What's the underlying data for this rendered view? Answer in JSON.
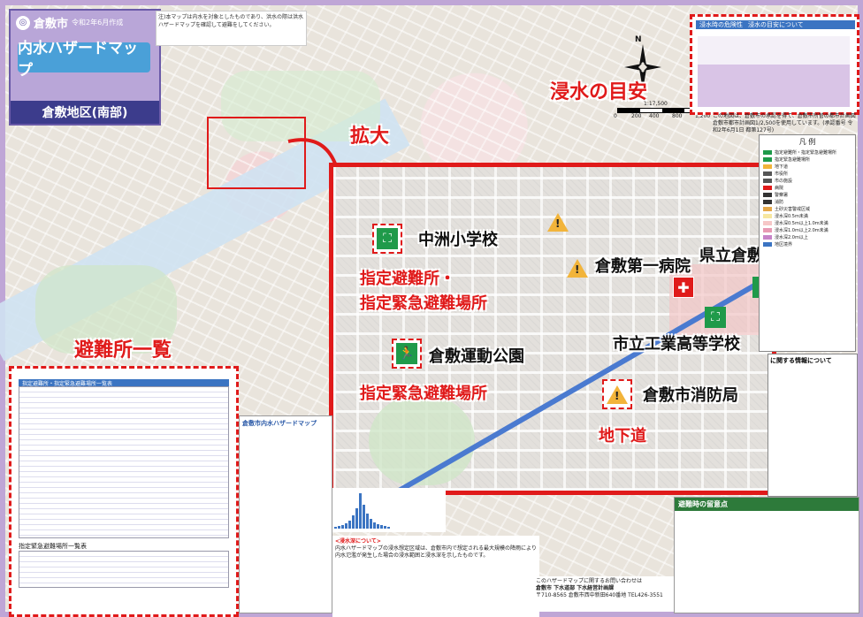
{
  "header": {
    "city": "倉敷市",
    "city_sub": "令和2年6月作成",
    "title": "内水ハザードマップ",
    "district": "倉敷地区(南部)"
  },
  "note": "注)本マップは内水を対象としたものであり、洪水の際は洪水ハザードマップを確認して避難をしてください。",
  "callouts": {
    "flood_guide": "浸水の目安",
    "expand": "拡大",
    "shelter_list": "避難所一覧"
  },
  "flood_box": {
    "header": "浸水時の危険性",
    "header_sub": "浸水の目安について"
  },
  "date_note": "この地図は、倉敷市の承認を得て、倉敷市所管の都市計画図 倉敷市都市計画図1/2,500を使用しています。(承認番号 令和2年6月1日 都第127号)",
  "compass": {
    "north": "N"
  },
  "scale": {
    "ratio": "1:17,500",
    "ticks": [
      "0",
      "200",
      "400",
      "800",
      "1,200"
    ]
  },
  "zoom": {
    "school": "中洲小学校",
    "school_type_line1": "指定避難所・",
    "school_type_line2": "指定緊急避難場所",
    "hospital": "倉敷第一病院",
    "pref_school": "県立倉敷",
    "park": "倉敷運動公園",
    "park_type": "指定緊急避難場所",
    "tech_school": "市立工業高等学校",
    "fire_dept": "倉敷市消防局",
    "underpass": "地下道"
  },
  "legend": {
    "title": "凡 例",
    "items": [
      {
        "label": "指定避難所・指定緊急避難場所",
        "color": "#1f9a4a"
      },
      {
        "label": "指定緊急避難場所",
        "color": "#1f9a4a"
      },
      {
        "label": "地下道",
        "color": "#f2b43a"
      },
      {
        "label": "市役所",
        "color": "#555555"
      },
      {
        "label": "市の施設",
        "color": "#555555"
      },
      {
        "label": "病院",
        "color": "#e01a1a"
      },
      {
        "label": "警察署",
        "color": "#333333"
      },
      {
        "label": "消防",
        "color": "#333333"
      },
      {
        "label": "土砂災害警戒区域",
        "color": "#e5a84a"
      },
      {
        "label": "浸水深0.5m未満",
        "color": "#f7e7a0"
      },
      {
        "label": "浸水深0.5m以上1.0m未満",
        "color": "#f6c7c7"
      },
      {
        "label": "浸水深1.0m以上2.0m未満",
        "color": "#e89ab4"
      },
      {
        "label": "浸水深2.0m以上",
        "color": "#c784c8"
      },
      {
        "label": "地区境界",
        "color": "#3b74c2"
      }
    ]
  },
  "info_box": {
    "title": "に関する情報について"
  },
  "shelter_list": {
    "header": "指定避難所・指定緊急避難場所一覧表",
    "emergency_header": "指定緊急避難場所一覧表"
  },
  "hazard_panel": {
    "title": "倉敷市内水ハザードマップ"
  },
  "evac_panel": {
    "title": "避難時の留意点"
  },
  "contact": {
    "line1": "このハザードマップに関するお問い合わせは",
    "line2": "倉敷市 下水道部 下水経営計画課",
    "line3": "〒710-8565 倉敷市西中新田640番地 TEL426-3551"
  },
  "notes": {
    "title": "<浸水深について>",
    "body": "内水ハザードマップの浸水想定区域は、倉敷市内で想定される最大規模の降雨により内水氾濫が発生した場合の浸水範囲と浸水深を示したものです。"
  },
  "chart_data": {
    "type": "bar",
    "title": "",
    "xlabel": "",
    "ylabel": "",
    "values": [
      2,
      3,
      4,
      6,
      9,
      14,
      22,
      38,
      26,
      16,
      10,
      7,
      5,
      4,
      3,
      2
    ]
  }
}
